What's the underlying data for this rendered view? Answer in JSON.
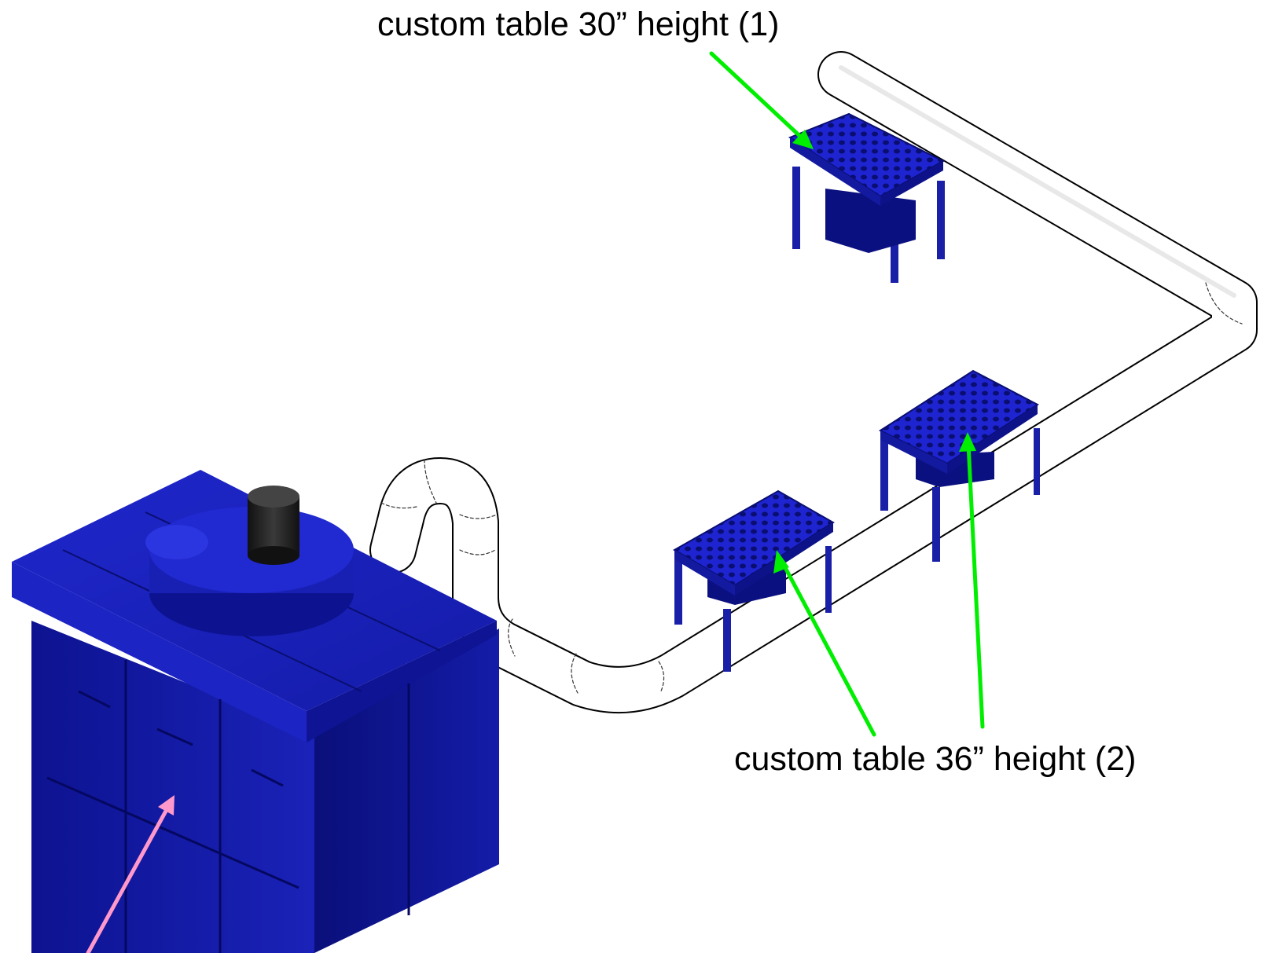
{
  "labels": {
    "table_30": "custom table 30” height (1)",
    "table_36": "custom table 36” height (2)"
  },
  "colors": {
    "equipment_blue": "#1a1fa8",
    "equipment_dark": "#0a0e6e",
    "duct_white": "#ffffff",
    "callout_green": "#00ee00",
    "callout_pink": "#ff99cc"
  },
  "objects": [
    {
      "name": "dust-collector-cabinet",
      "color": "equipment_blue"
    },
    {
      "name": "blower-motor",
      "color": "equipment_dark"
    },
    {
      "name": "duct-run",
      "color": "duct_white"
    },
    {
      "name": "table-30-height",
      "color": "equipment_blue"
    },
    {
      "name": "table-36-height-left",
      "color": "equipment_blue"
    },
    {
      "name": "table-36-height-right",
      "color": "equipment_blue"
    }
  ]
}
